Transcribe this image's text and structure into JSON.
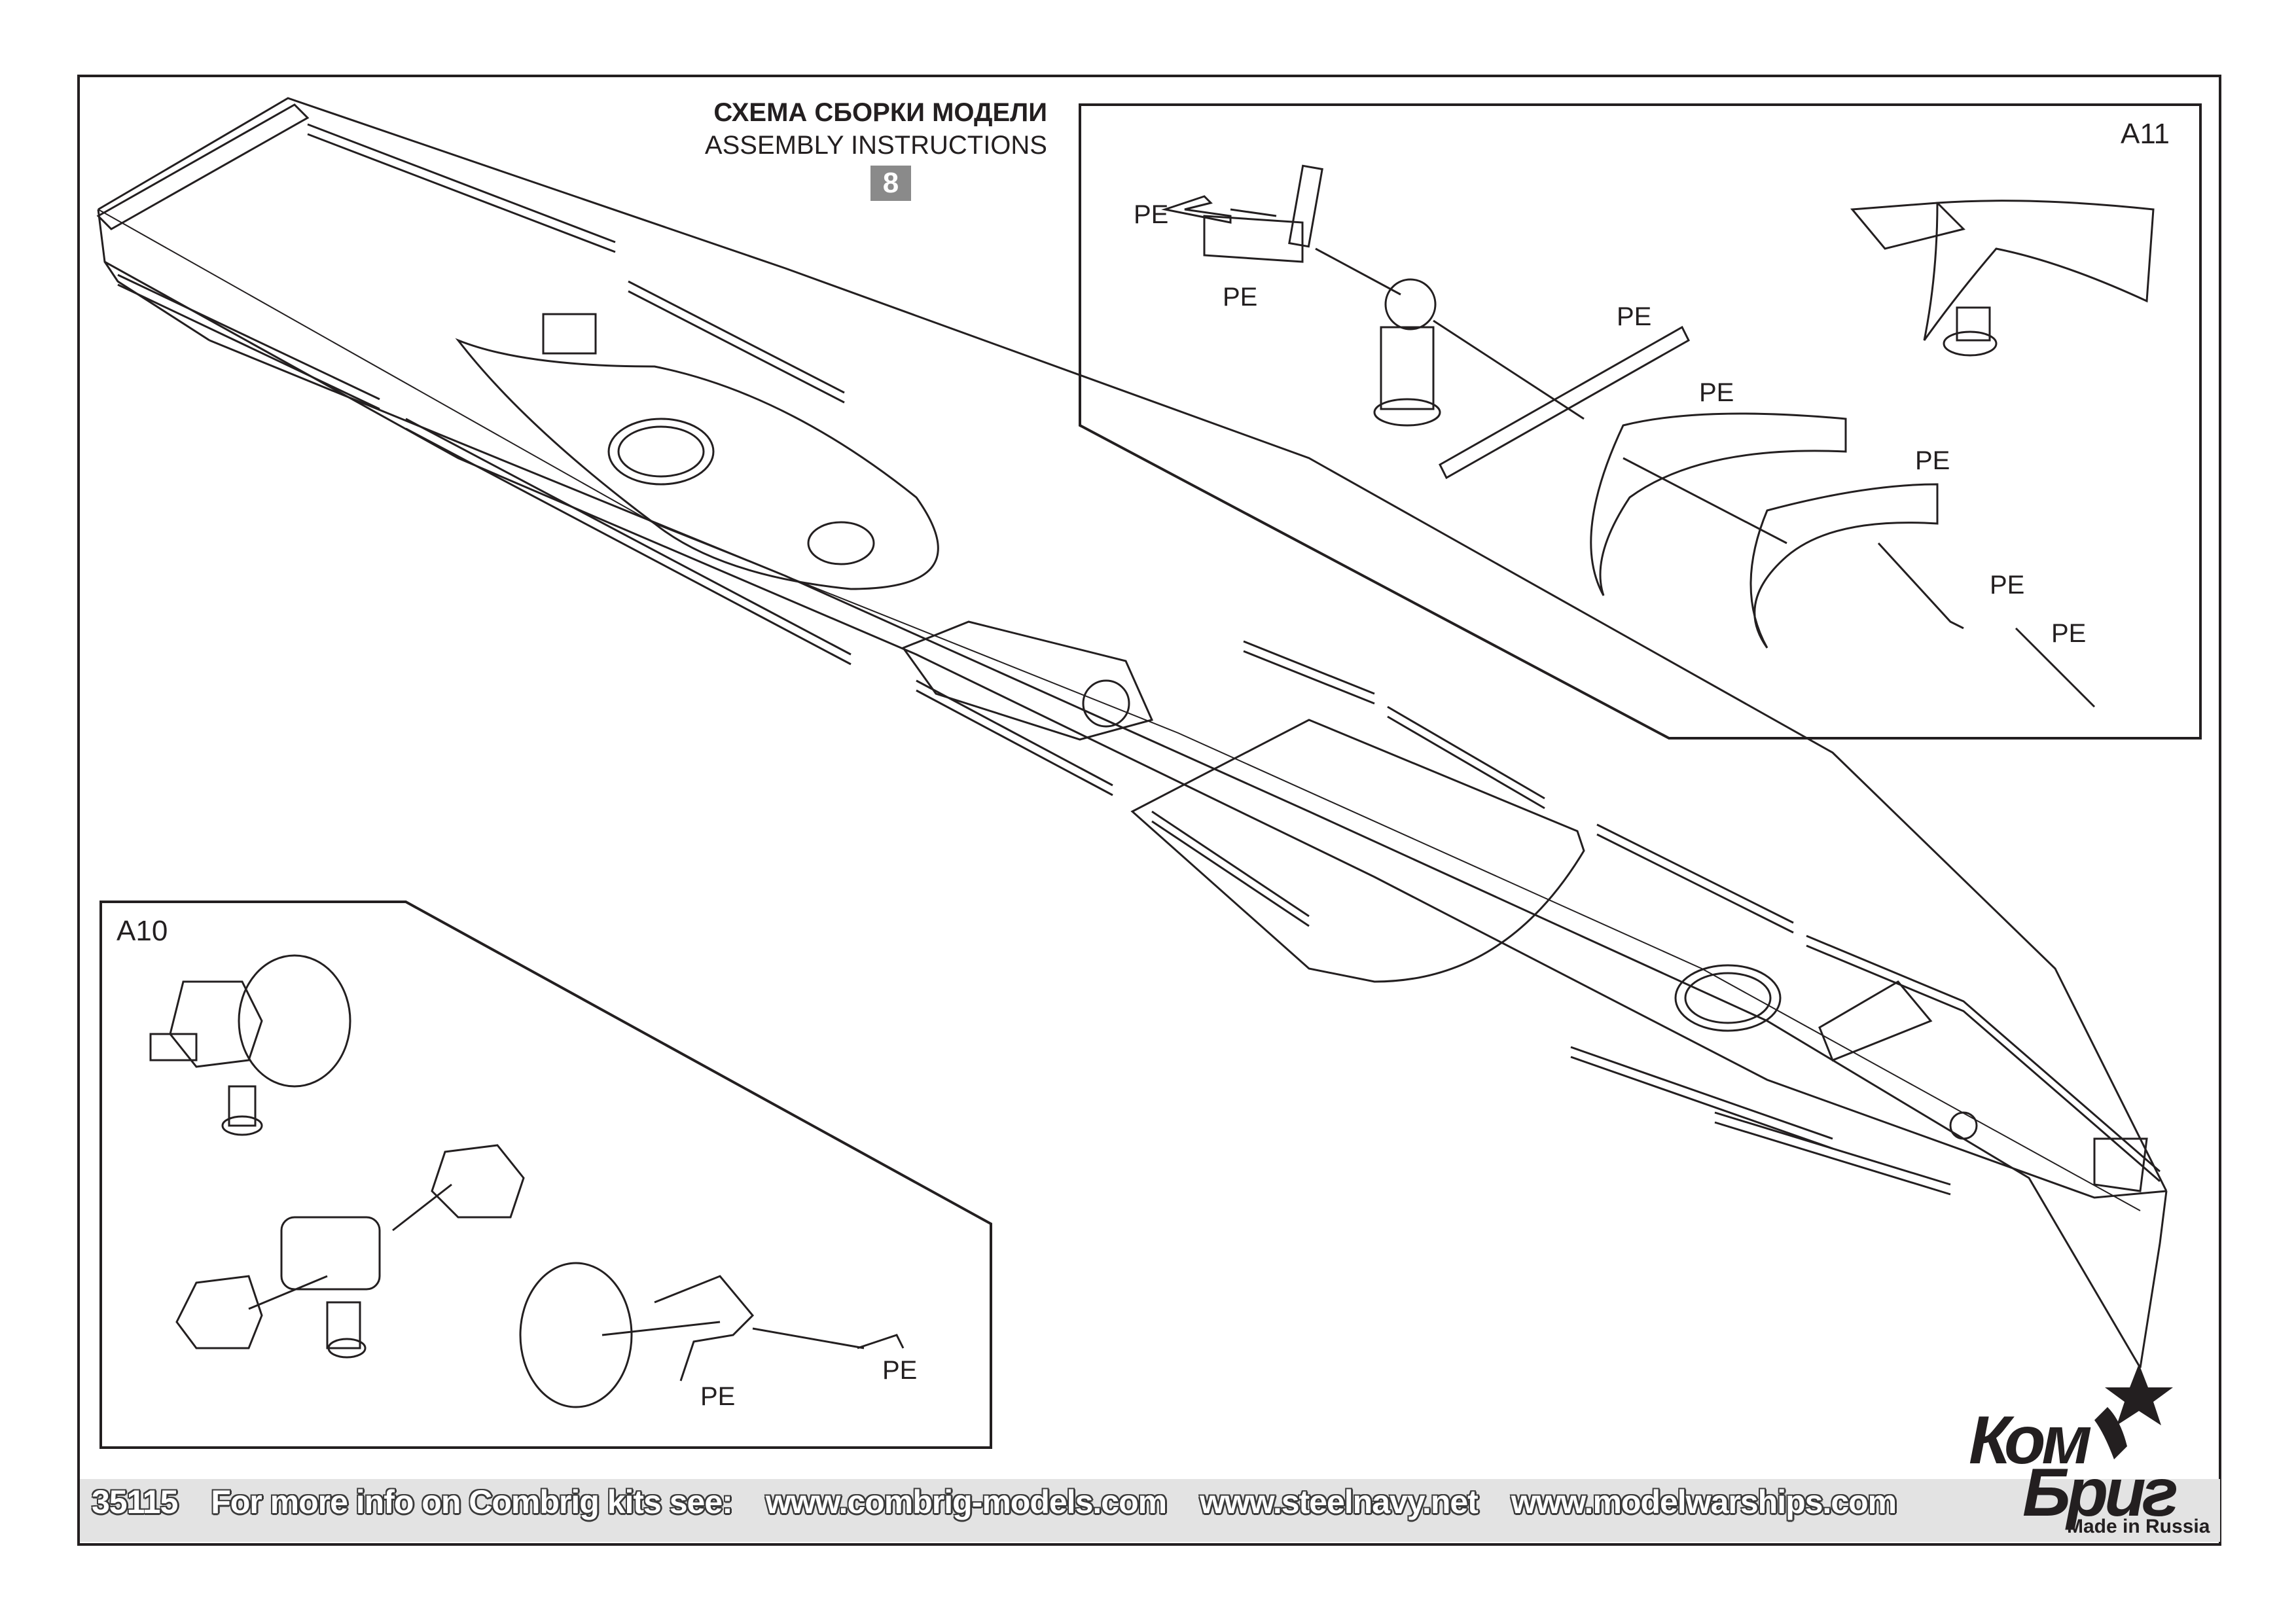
{
  "header": {
    "title_ru": "СХЕМА СБОРКИ МОДЕЛИ",
    "title_en": "ASSEMBLY INSTRUCTIONS",
    "step_number": "8"
  },
  "sections": {
    "a11": {
      "label": "A11",
      "parts": [
        "PE",
        "PE",
        "PE",
        "PE",
        "PE",
        "PE",
        "PE"
      ]
    },
    "a10": {
      "label": "A10",
      "parts": [
        "PE",
        "PE"
      ]
    }
  },
  "footer": {
    "kit_number": "35115",
    "info_text": "For more info on Combrig kits see:",
    "links": [
      "www.combrig-models.com",
      "www.steelnavy.net",
      "www.modelwarships.com"
    ]
  },
  "brand": {
    "line1": "Ком",
    "line2": "Бриг",
    "made_in": "Made in Russia",
    "star_color": "#231f20"
  },
  "colors": {
    "line": "#231f20",
    "footer_band": "#e3e3e3",
    "step_badge": "#8a8a8a"
  }
}
